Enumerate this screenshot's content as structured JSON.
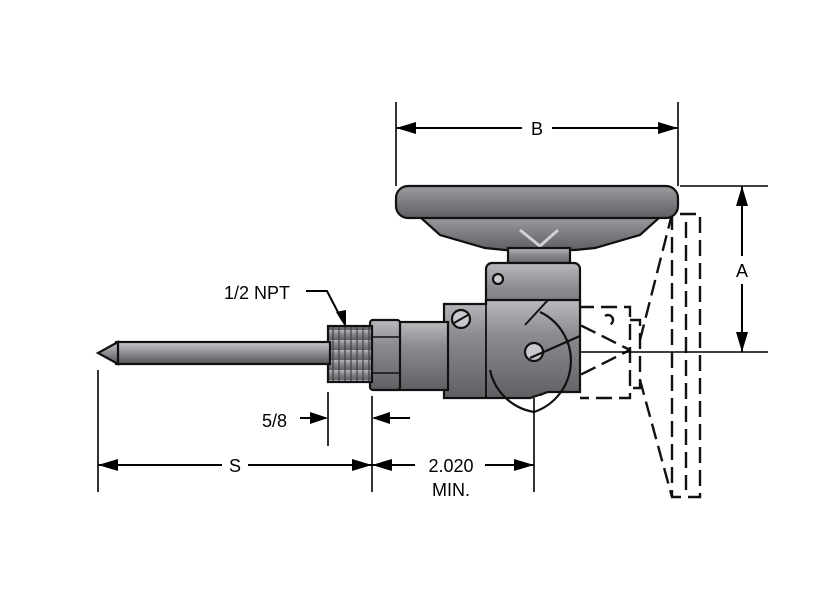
{
  "labels": {
    "dim_b": "B",
    "dim_a": "A",
    "thread": "1/2 NPT",
    "hex": "5/8",
    "dim_s": "S",
    "min_length": "2.020",
    "min_suffix": "MIN."
  },
  "colors": {
    "body_dark": "#5f6064",
    "body_mid": "#8c8d91",
    "body_light": "#b9babd",
    "line": "#000000"
  }
}
